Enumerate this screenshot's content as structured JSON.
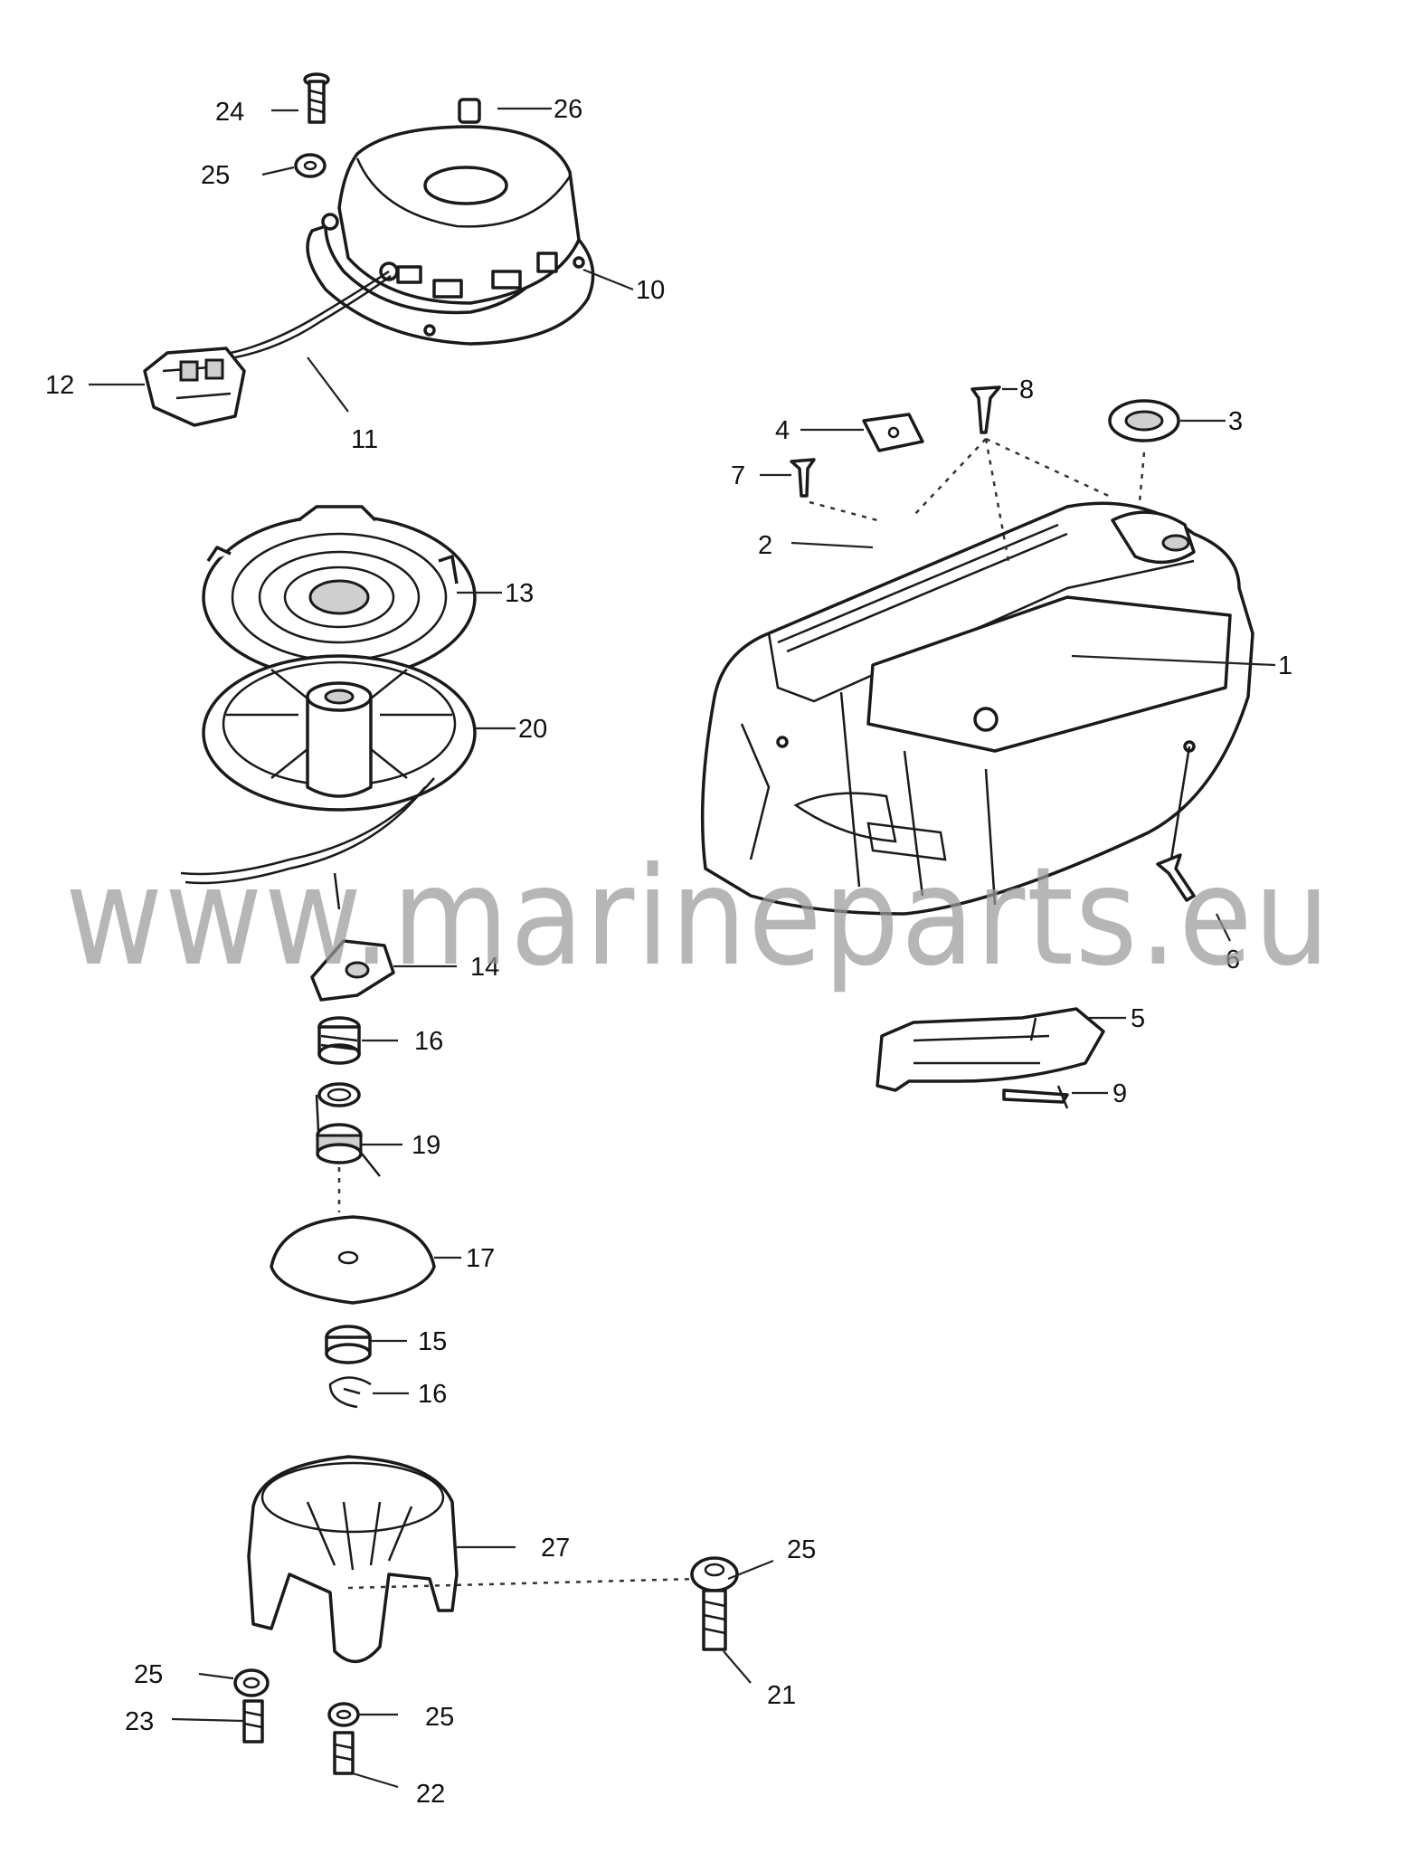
{
  "watermark": "www.marineparts.eu",
  "callouts": [
    {
      "id": "c24a",
      "label": "24"
    },
    {
      "id": "c26",
      "label": "26"
    },
    {
      "id": "c25a",
      "label": "25"
    },
    {
      "id": "c10",
      "label": "10"
    },
    {
      "id": "c12",
      "label": "12"
    },
    {
      "id": "c11",
      "label": "11"
    },
    {
      "id": "c8",
      "label": "8"
    },
    {
      "id": "c4",
      "label": "4"
    },
    {
      "id": "c3",
      "label": "3"
    },
    {
      "id": "c7",
      "label": "7"
    },
    {
      "id": "c2",
      "label": "2"
    },
    {
      "id": "c13",
      "label": "13"
    },
    {
      "id": "c1",
      "label": "1"
    },
    {
      "id": "c20",
      "label": "20"
    },
    {
      "id": "c14",
      "label": "14"
    },
    {
      "id": "c6",
      "label": "6"
    },
    {
      "id": "c5",
      "label": "5"
    },
    {
      "id": "c16a",
      "label": "16"
    },
    {
      "id": "c9",
      "label": "9"
    },
    {
      "id": "c19",
      "label": "19"
    },
    {
      "id": "c17",
      "label": "17"
    },
    {
      "id": "c15",
      "label": "15"
    },
    {
      "id": "c16b",
      "label": "16"
    },
    {
      "id": "c27",
      "label": "27"
    },
    {
      "id": "c25b",
      "label": "25"
    },
    {
      "id": "c25c",
      "label": "25"
    },
    {
      "id": "c21",
      "label": "21"
    },
    {
      "id": "c23",
      "label": "23"
    },
    {
      "id": "c25d",
      "label": "25"
    },
    {
      "id": "c22",
      "label": "22"
    }
  ]
}
